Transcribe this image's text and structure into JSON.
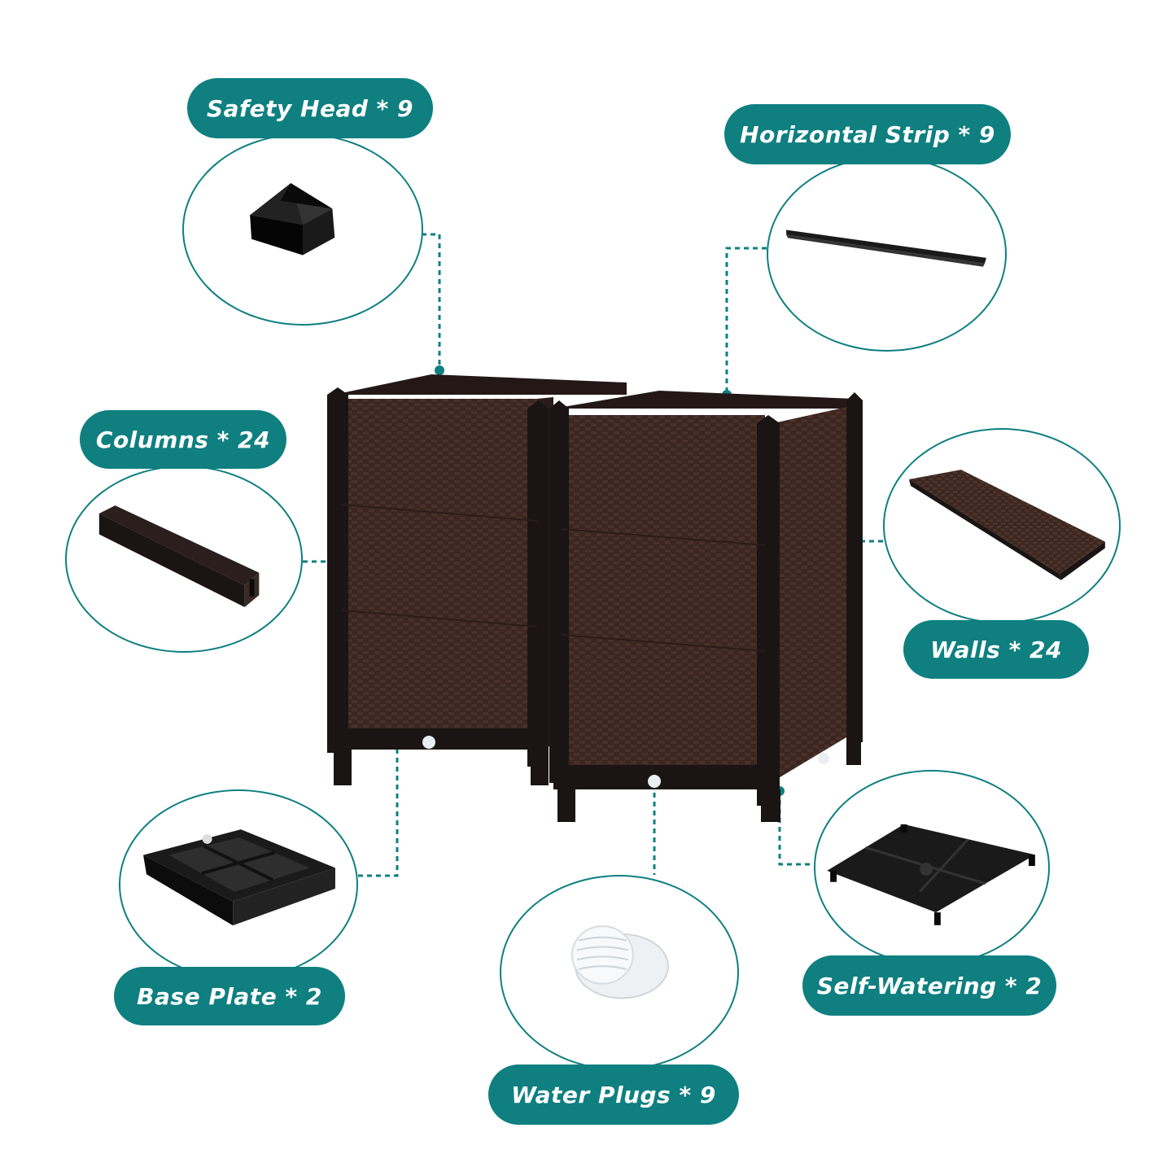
{
  "colors": {
    "accent": "#0f7f80",
    "planter_brown": "#3b2620",
    "planter_dark": "#1b1414",
    "background": "#ffffff"
  },
  "parts": [
    {
      "id": "safety-head",
      "label": "Safety Head * 9",
      "icon": "pyramid-cap-icon"
    },
    {
      "id": "horizontal-strip",
      "label": "Horizontal Strip * 9",
      "icon": "strip-icon"
    },
    {
      "id": "columns",
      "label": "Columns * 24",
      "icon": "column-icon"
    },
    {
      "id": "walls",
      "label": "Walls * 24",
      "icon": "wall-panel-icon"
    },
    {
      "id": "base-plate",
      "label": "Base Plate * 2",
      "icon": "base-plate-icon"
    },
    {
      "id": "self-watering",
      "label": "Self-Watering * 2",
      "icon": "self-watering-tray-icon"
    },
    {
      "id": "water-plugs",
      "label": "Water Plugs * 9",
      "icon": "water-plug-icon"
    }
  ]
}
